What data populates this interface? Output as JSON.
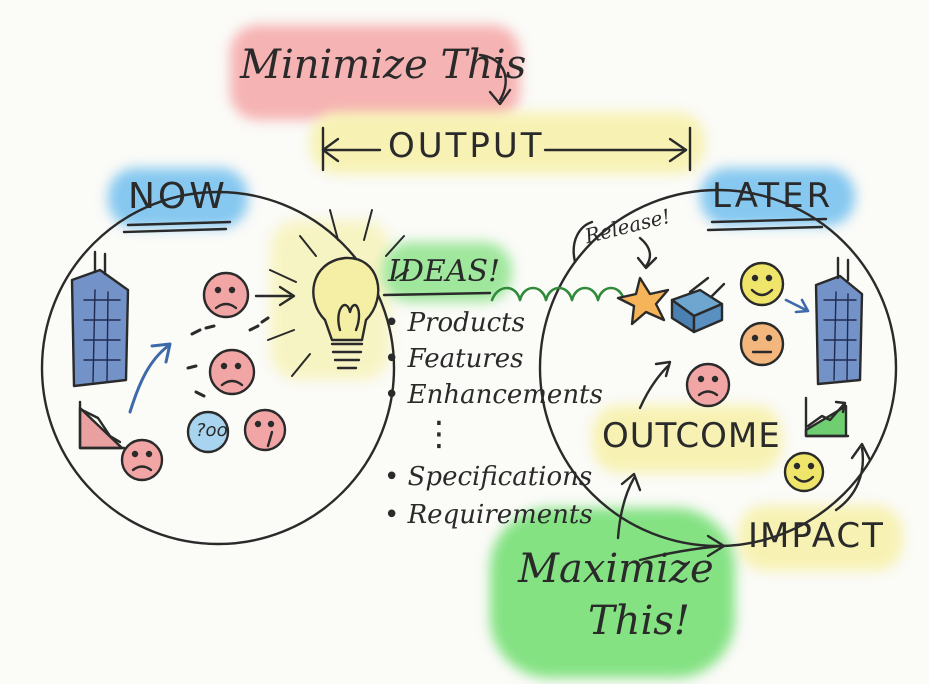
{
  "labels": {
    "minimize": "Minimize This",
    "output": "OUTPUT",
    "now": "NOW",
    "later": "LATER",
    "ideas": "IDEAS!",
    "release": "Release!",
    "outcome": "OUTCOME",
    "impact": "IMPACT",
    "maximize_line1": "Maximize",
    "maximize_line2": "This!",
    "thought": "?oo",
    "ellipsis": "⋮"
  },
  "idea_items": [
    "Products",
    "Features",
    "Enhancements",
    "Specifications",
    "Requirements"
  ],
  "colors": {
    "highlight_red": "#f6b3b3",
    "highlight_yellow": "#f7f2b4",
    "highlight_blue": "#86c8f0",
    "highlight_green": "#84e283",
    "face_red": "#f2a5a5",
    "face_orange": "#f3b77d",
    "face_yellow": "#efe56a",
    "face_blue": "#a9d4ef",
    "building": "#5b7fc0",
    "ink": "#2a2a2a"
  },
  "icons": [
    "lightbulb-icon",
    "building-icon",
    "star-burst-icon",
    "box-icon",
    "growth-chart-icon",
    "decline-chart-icon",
    "face-icon"
  ]
}
